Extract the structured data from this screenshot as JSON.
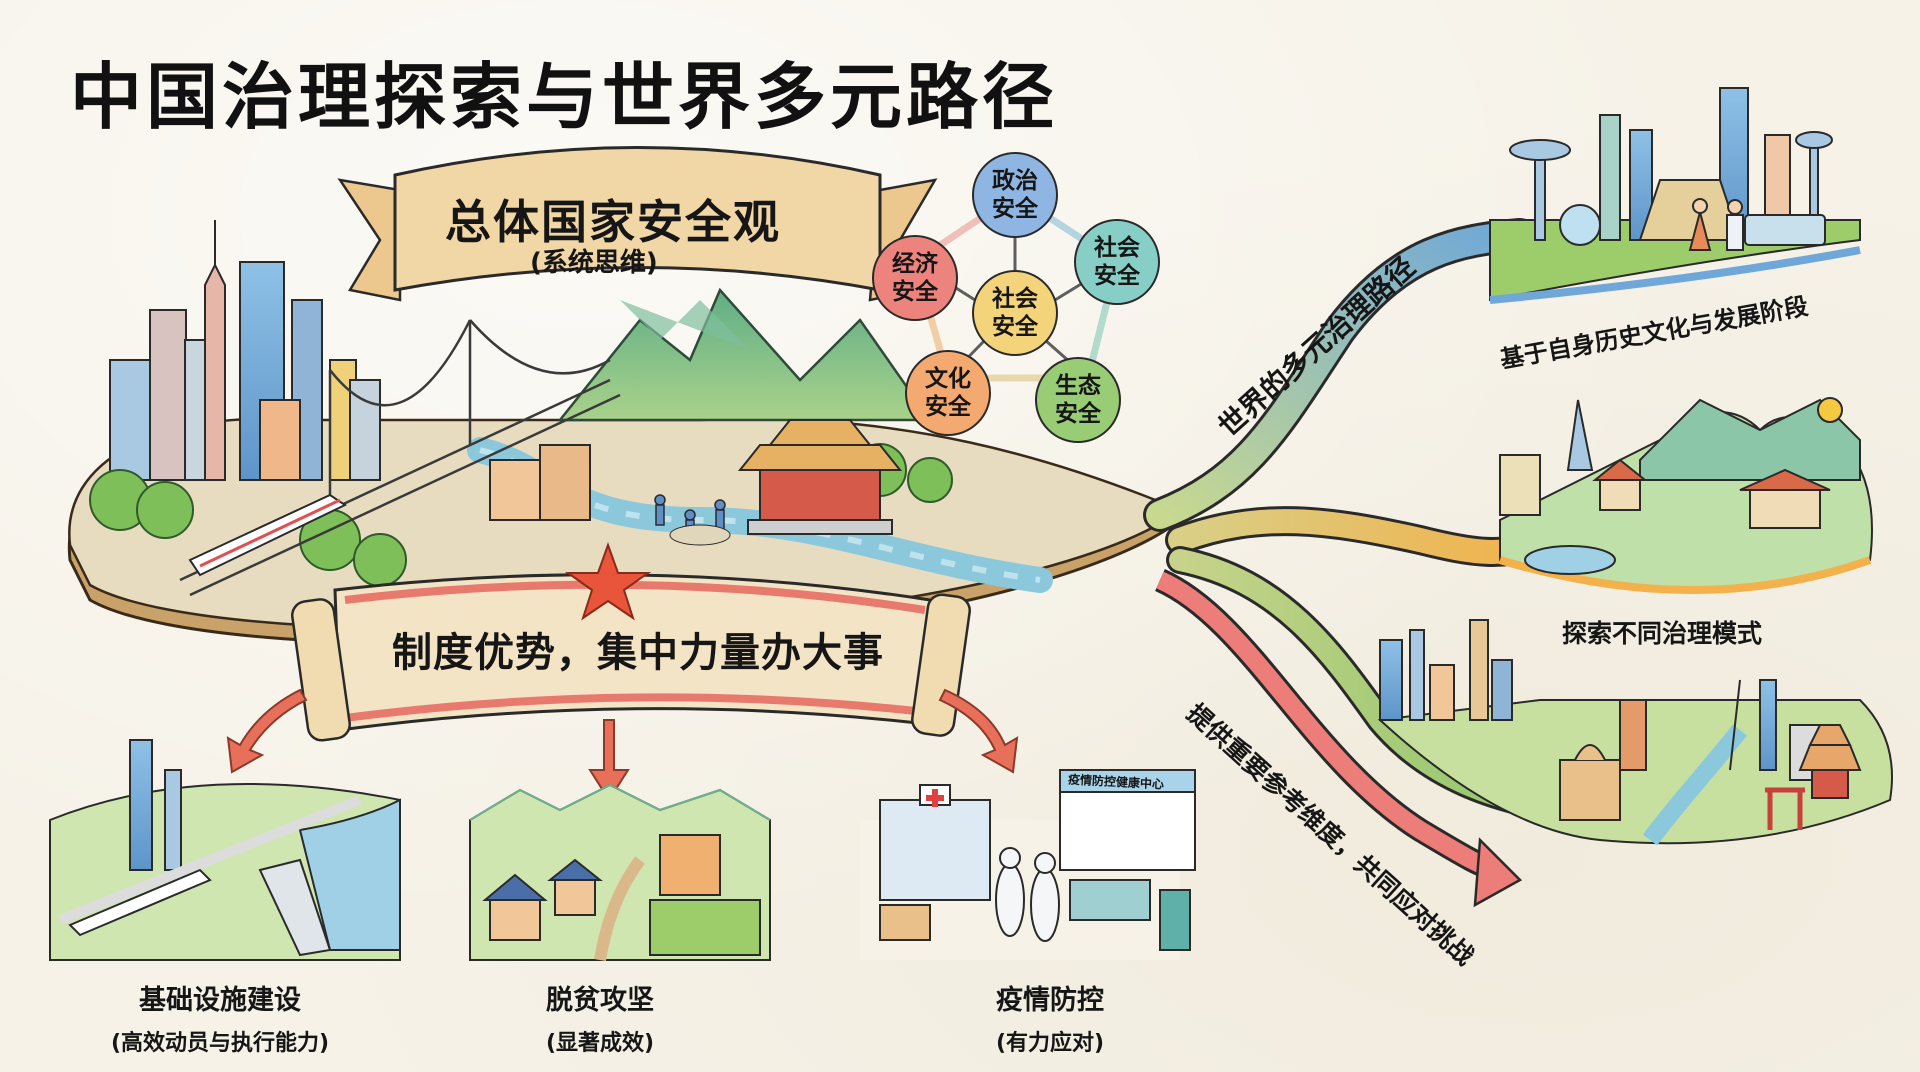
{
  "title": "中国治理探索与世界多元路径",
  "banner": {
    "main": "总体国家安全观",
    "sub": "(系统思维)"
  },
  "security_nodes": [
    {
      "label": "政治安全",
      "line1": "政治",
      "line2": "安全",
      "color": "#7fa8dc"
    },
    {
      "label": "社会安全",
      "line1": "社会",
      "line2": "安全",
      "color": "#79c6c0"
    },
    {
      "label": "生态安全",
      "line1": "生态",
      "line2": "安全",
      "color": "#8cc66a"
    },
    {
      "label": "文化安全",
      "line1": "文化",
      "line2": "安全",
      "color": "#f0a163"
    },
    {
      "label": "经济安全",
      "line1": "经济",
      "line2": "安全",
      "color": "#e8736c"
    },
    {
      "label": "社会安全(中心)",
      "line1": "社会",
      "line2": "安全",
      "color": "#f2cf6a"
    }
  ],
  "scroll": {
    "text": "制度优势，集中力量办大事",
    "star_color": "#e8553a"
  },
  "outcomes": [
    {
      "title": "基础设施建设",
      "subtitle": "(高效动员与执行能力)"
    },
    {
      "title": "脱贫攻坚",
      "subtitle": "(显著成效)"
    },
    {
      "title": "疫情防控",
      "subtitle": "(有力应对)"
    }
  ],
  "clinic_sign": "疫情防控健康中心",
  "world": {
    "path_label": "世界的多元治理路径",
    "branches": [
      {
        "label": "基于自身历史文化与发展阶段",
        "color": "#6fa8d8"
      },
      {
        "label": "探索不同治理模式",
        "color": "#f2b14a"
      },
      {
        "label": "",
        "color": "#8cc66a"
      }
    ],
    "arrow_label": "提供重要参考维度，共同应对挑战",
    "arrow_color": "#ec7d78"
  }
}
